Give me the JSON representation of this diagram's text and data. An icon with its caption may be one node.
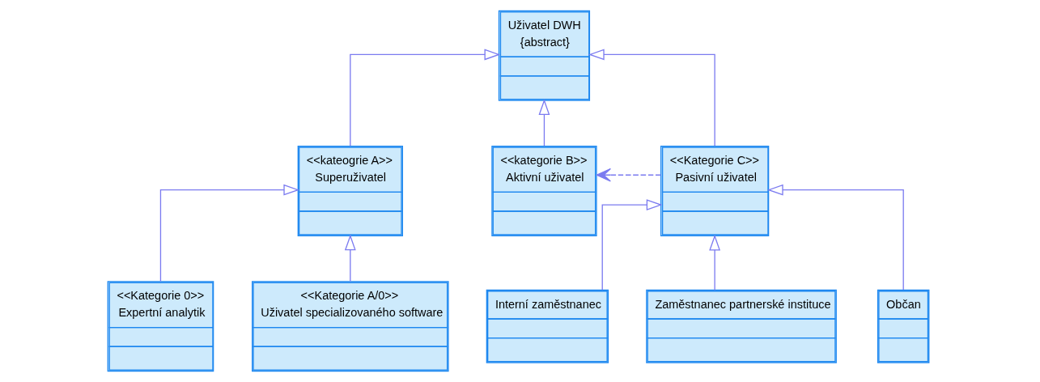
{
  "diagram": {
    "nodes": [
      {
        "text": [
          "Uživatel DWH",
          "{abstract}"
        ]
      },
      {
        "text": [
          "<<kateogrie A>>",
          "Superuživatel"
        ]
      },
      {
        "text": [
          "<<kategorie B>>",
          "Aktivní uživatel"
        ]
      },
      {
        "text": [
          "<<Kategorie C>>",
          "Pasivní uživatel"
        ]
      },
      {
        "text": [
          "<<Kategorie 0>>",
          "Expertní analytik"
        ]
      },
      {
        "text": [
          "<<Kategorie A/0>>",
          "Uživatel specializovaného software"
        ]
      },
      {
        "text": [
          "Interní zaměstnanec"
        ]
      },
      {
        "text": [
          "Zaměstnanec partnerské instituce"
        ]
      },
      {
        "text": [
          "Občan"
        ]
      }
    ],
    "edges": [
      {
        "from": 1,
        "to": 0,
        "arrow": "to"
      },
      {
        "from": 2,
        "to": 0,
        "arrow": "to"
      },
      {
        "from": 3,
        "to": 0,
        "arrow": "to"
      },
      {
        "from": 3,
        "to": 2,
        "arrow": "to",
        "style": "dashed"
      },
      {
        "from": 4,
        "to": 1,
        "arrow": "to"
      },
      {
        "from": 5,
        "to": 1,
        "arrow": "to"
      },
      {
        "from": 6,
        "to": 3,
        "arrow": "to"
      },
      {
        "from": 7,
        "to": 3,
        "arrow": "to"
      },
      {
        "from": 8,
        "to": 3,
        "arrow": "to"
      }
    ]
  }
}
